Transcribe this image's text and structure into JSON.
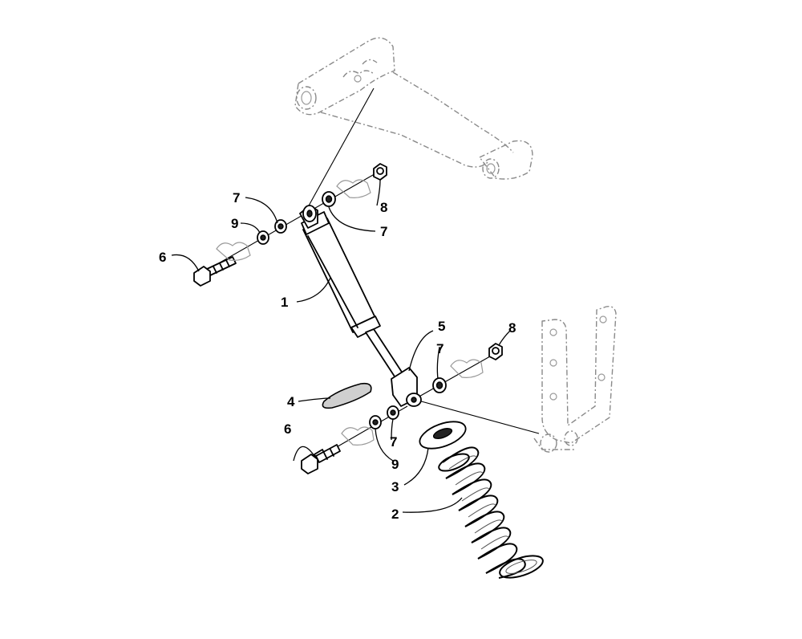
{
  "callouts": {
    "c1": "1",
    "c2": "2",
    "c3": "3",
    "c4": "4",
    "c5": "5",
    "c6_top": "6",
    "c6_bottom": "6",
    "c7_top_left": "7",
    "c7_top_right": "7",
    "c7_mid_right": "7",
    "c7_bottom": "7",
    "c8_top": "8",
    "c8_bottom": "8",
    "c9_top": "9",
    "c9_bottom": "9"
  }
}
